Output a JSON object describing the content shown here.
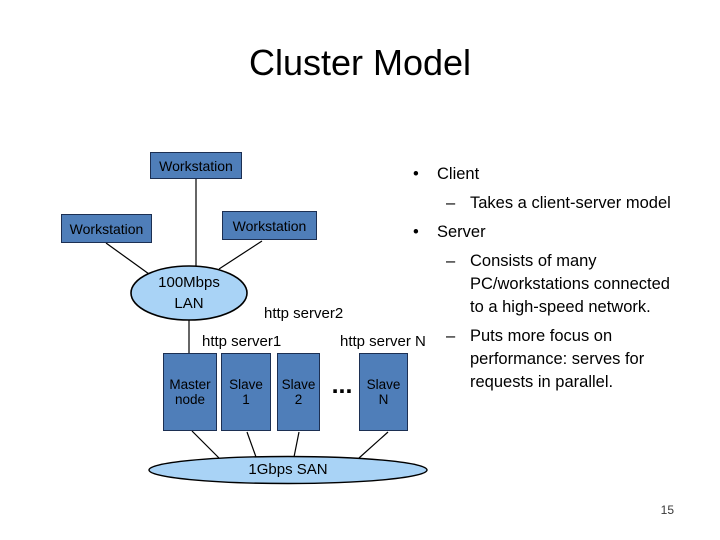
{
  "slide": {
    "title": "Cluster Model",
    "page_number": "15"
  },
  "colors": {
    "node_box_fill": "#4f7eb9",
    "node_box_border": "#1c2f52",
    "network_ellipse_fill": "#a9d3f6",
    "connector_line": "#000000",
    "text": "#000000"
  },
  "diagram": {
    "workstation_top": "Workstation",
    "workstation_left": "Workstation",
    "workstation_mid": "Workstation",
    "lan": {
      "line1": "100Mbps",
      "line2": "LAN"
    },
    "http_server2_label": "http server2",
    "http_server1_label": "http server1",
    "http_server_n_label": "http server N",
    "master_node": {
      "line1": "Master",
      "line2": "node"
    },
    "slave1": {
      "line1": "Slave",
      "line2": "1"
    },
    "slave2": {
      "line1": "Slave",
      "line2": "2"
    },
    "slave_n": {
      "line1": "Slave",
      "line2": "N"
    },
    "dots": "...",
    "san_label": "1Gbps SAN"
  },
  "right_panel": {
    "items": [
      {
        "level": 1,
        "bullet": "•",
        "text": "Client"
      },
      {
        "level": 2,
        "bullet": "–",
        "lines": [
          "Takes a client-server model"
        ]
      },
      {
        "level": 1,
        "bullet": "•",
        "text": "Server"
      },
      {
        "level": 2,
        "bullet": "–",
        "lines": [
          "Consists of many",
          "PC/workstations connected",
          "to a high-speed network."
        ]
      },
      {
        "level": 2,
        "bullet": "–",
        "lines": [
          "Puts more focus on",
          "performance: serves for",
          "requests in parallel."
        ]
      }
    ]
  }
}
